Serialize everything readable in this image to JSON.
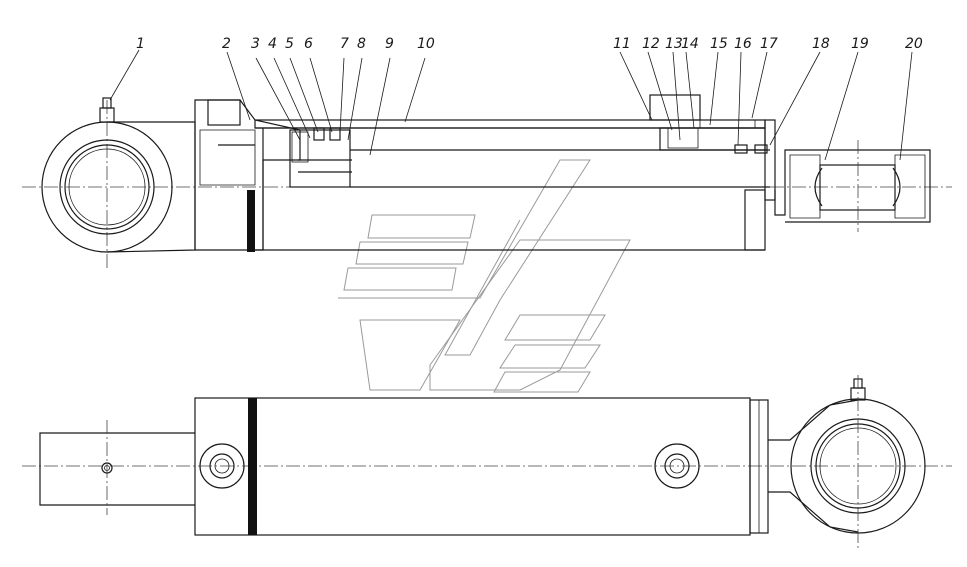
{
  "callouts": [
    "1",
    "2",
    "3",
    "4",
    "5",
    "6",
    "7",
    "8",
    "9",
    "10",
    "11",
    "12",
    "13",
    "14",
    "15",
    "16",
    "17",
    "18",
    "19",
    "20"
  ],
  "colors": {
    "line": "#1a1a1a",
    "watermark": "#9a9a9a",
    "band": "#111111"
  },
  "icons": {
    "watermark": "company-logo-watermark"
  }
}
